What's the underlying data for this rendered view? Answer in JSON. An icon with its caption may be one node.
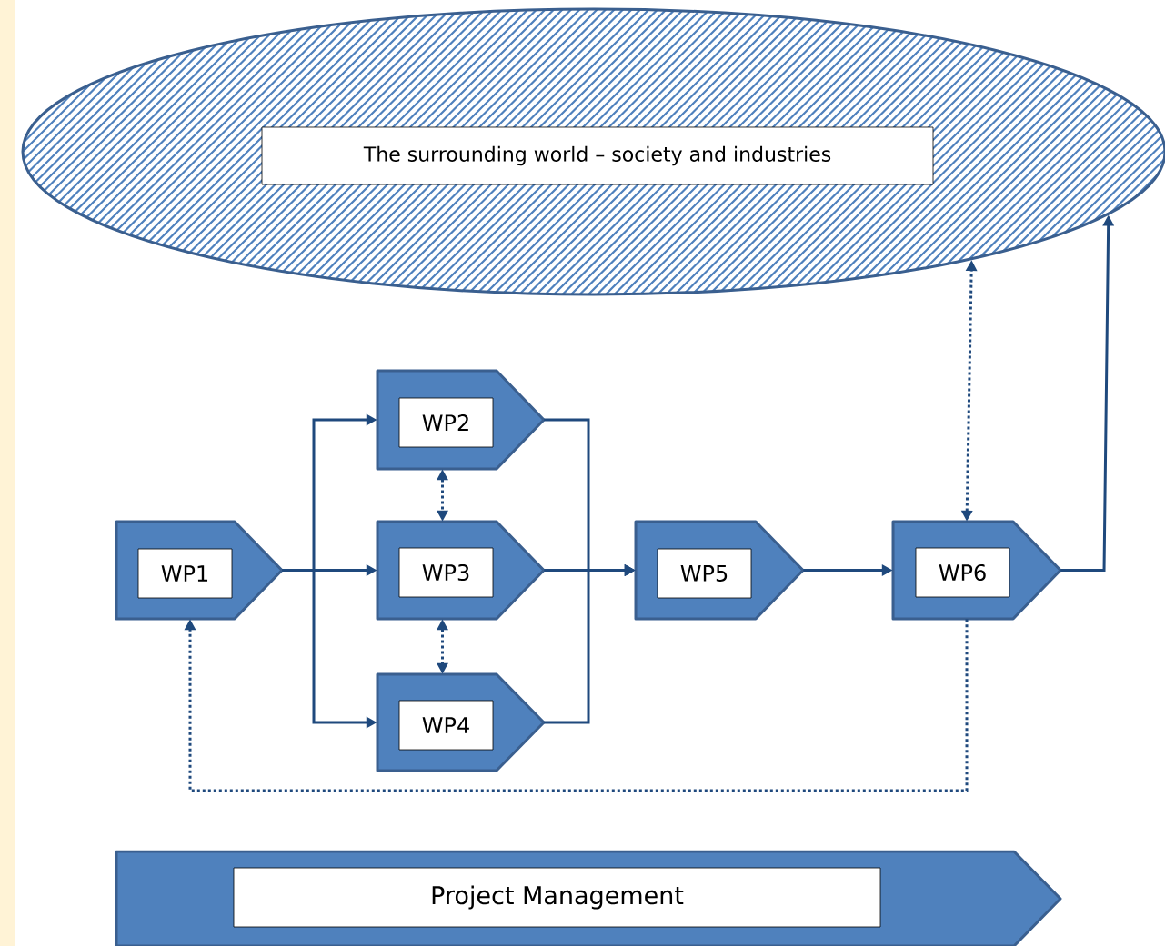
{
  "diagram": {
    "nodes": [
      {
        "text": [
          "The surrounding world – society and industries"
        ]
      },
      {
        "text": [
          "WP1"
        ]
      },
      {
        "text": [
          "WP2"
        ]
      },
      {
        "text": [
          "WP3"
        ]
      },
      {
        "text": [
          "WP4"
        ]
      },
      {
        "text": [
          "WP5"
        ]
      },
      {
        "text": [
          "WP6"
        ]
      },
      {
        "text": [
          "Project Management"
        ]
      }
    ],
    "edges": [
      {
        "from": 1,
        "to": 2,
        "arrow": "to"
      },
      {
        "from": 1,
        "to": 3,
        "arrow": "to"
      },
      {
        "from": 1,
        "to": 4,
        "arrow": "to"
      },
      {
        "from": 2,
        "to": 5,
        "arrow": "to"
      },
      {
        "from": 3,
        "to": 5,
        "arrow": "to"
      },
      {
        "from": 4,
        "to": 5,
        "arrow": "to"
      },
      {
        "from": 2,
        "to": 3,
        "arrow": "both",
        "style": "dashed"
      },
      {
        "from": 3,
        "to": 4,
        "arrow": "both",
        "style": "dashed"
      },
      {
        "from": 5,
        "to": 6,
        "arrow": "to"
      },
      {
        "from": 6,
        "to": 0,
        "arrow": "both",
        "style": "dashed"
      },
      {
        "from": 6,
        "to": 0,
        "arrow": "to"
      },
      {
        "from": 6,
        "to": 1,
        "arrow": "to",
        "style": "dashed"
      }
    ]
  }
}
